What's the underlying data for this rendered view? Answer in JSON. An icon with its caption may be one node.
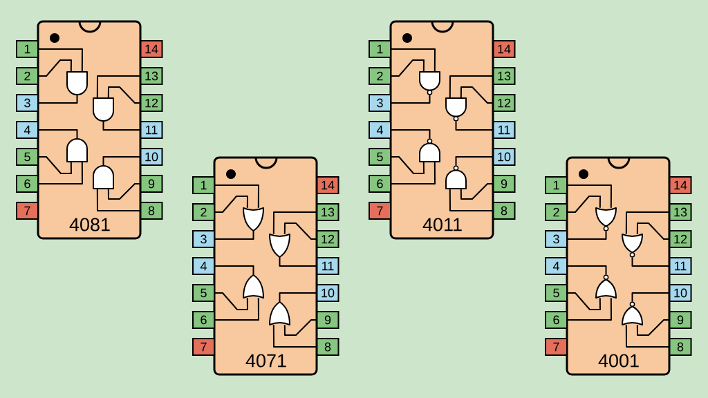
{
  "diagram": {
    "nodes": [
      {
        "text": [
          "4081"
        ]
      },
      {
        "text": [
          "1"
        ]
      },
      {
        "text": [
          "2"
        ]
      },
      {
        "text": [
          "3"
        ]
      },
      {
        "text": [
          "4"
        ]
      },
      {
        "text": [
          "5"
        ]
      },
      {
        "text": [
          "6"
        ]
      },
      {
        "text": [
          "7"
        ]
      },
      {
        "text": [
          "8"
        ]
      },
      {
        "text": [
          "9"
        ]
      },
      {
        "text": [
          "10"
        ]
      },
      {
        "text": [
          "11"
        ]
      },
      {
        "text": [
          "12"
        ]
      },
      {
        "text": [
          "13"
        ]
      },
      {
        "text": [
          "14"
        ]
      },
      {
        "text": [],
        "shape": "and-gate",
        "in": 0
      },
      {
        "text": [],
        "shape": "and-gate",
        "in": 0
      },
      {
        "text": [],
        "shape": "and-gate",
        "in": 0
      },
      {
        "text": [],
        "shape": "and-gate",
        "in": 0
      },
      {
        "text": [
          "4071"
        ]
      },
      {
        "text": [
          "1"
        ]
      },
      {
        "text": [
          "2"
        ]
      },
      {
        "text": [
          "3"
        ]
      },
      {
        "text": [
          "4"
        ]
      },
      {
        "text": [
          "5"
        ]
      },
      {
        "text": [
          "6"
        ]
      },
      {
        "text": [
          "7"
        ]
      },
      {
        "text": [
          "8"
        ]
      },
      {
        "text": [
          "9"
        ]
      },
      {
        "text": [
          "10"
        ]
      },
      {
        "text": [
          "11"
        ]
      },
      {
        "text": [
          "12"
        ]
      },
      {
        "text": [
          "13"
        ]
      },
      {
        "text": [
          "14"
        ]
      },
      {
        "text": [],
        "shape": "or-gate",
        "in": 19
      },
      {
        "text": [],
        "shape": "or-gate",
        "in": 19
      },
      {
        "text": [],
        "shape": "or-gate",
        "in": 19
      },
      {
        "text": [],
        "shape": "or-gate",
        "in": 19
      },
      {
        "text": [
          "4011"
        ]
      },
      {
        "text": [
          "1"
        ]
      },
      {
        "text": [
          "2"
        ]
      },
      {
        "text": [
          "3"
        ]
      },
      {
        "text": [
          "4"
        ]
      },
      {
        "text": [
          "5"
        ]
      },
      {
        "text": [
          "6"
        ]
      },
      {
        "text": [
          "7"
        ]
      },
      {
        "text": [
          "8"
        ]
      },
      {
        "text": [
          "9"
        ]
      },
      {
        "text": [
          "10"
        ]
      },
      {
        "text": [
          "11"
        ]
      },
      {
        "text": [
          "12"
        ]
      },
      {
        "text": [
          "13"
        ]
      },
      {
        "text": [
          "14"
        ]
      },
      {
        "text": [],
        "shape": "nand-gate",
        "in": 38
      },
      {
        "text": [],
        "shape": "nand-gate",
        "in": 38
      },
      {
        "text": [],
        "shape": "nand-gate",
        "in": 38
      },
      {
        "text": [],
        "shape": "nand-gate",
        "in": 38
      },
      {
        "text": [
          "4001"
        ]
      },
      {
        "text": [
          "1"
        ]
      },
      {
        "text": [
          "2"
        ]
      },
      {
        "text": [
          "3"
        ]
      },
      {
        "text": [
          "4"
        ]
      },
      {
        "text": [
          "5"
        ]
      },
      {
        "text": [
          "6"
        ]
      },
      {
        "text": [
          "7"
        ]
      },
      {
        "text": [
          "8"
        ]
      },
      {
        "text": [
          "9"
        ]
      },
      {
        "text": [
          "10"
        ]
      },
      {
        "text": [
          "11"
        ]
      },
      {
        "text": [
          "12"
        ]
      },
      {
        "text": [
          "13"
        ]
      },
      {
        "text": [
          "14"
        ]
      },
      {
        "text": [],
        "shape": "nor-gate",
        "in": 57
      },
      {
        "text": [],
        "shape": "nor-gate",
        "in": 57
      },
      {
        "text": [],
        "shape": "nor-gate",
        "in": 57
      },
      {
        "text": [],
        "shape": "nor-gate",
        "in": 57
      }
    ],
    "edges": [
      {
        "from": 1,
        "to": 15,
        "arrow": "none"
      },
      {
        "from": 2,
        "to": 15,
        "arrow": "none"
      },
      {
        "from": 15,
        "to": 3,
        "arrow": "none"
      },
      {
        "from": 13,
        "to": 16,
        "arrow": "none"
      },
      {
        "from": 12,
        "to": 16,
        "arrow": "none"
      },
      {
        "from": 16,
        "to": 11,
        "arrow": "none"
      },
      {
        "from": 5,
        "to": 17,
        "arrow": "none"
      },
      {
        "from": 6,
        "to": 17,
        "arrow": "none"
      },
      {
        "from": 17,
        "to": 4,
        "arrow": "none"
      },
      {
        "from": 9,
        "to": 18,
        "arrow": "none"
      },
      {
        "from": 8,
        "to": 18,
        "arrow": "none"
      },
      {
        "from": 18,
        "to": 10,
        "arrow": "none"
      },
      {
        "from": 20,
        "to": 34,
        "arrow": "none"
      },
      {
        "from": 21,
        "to": 34,
        "arrow": "none"
      },
      {
        "from": 34,
        "to": 22,
        "arrow": "none"
      },
      {
        "from": 32,
        "to": 35,
        "arrow": "none"
      },
      {
        "from": 31,
        "to": 35,
        "arrow": "none"
      },
      {
        "from": 35,
        "to": 30,
        "arrow": "none"
      },
      {
        "from": 24,
        "to": 36,
        "arrow": "none"
      },
      {
        "from": 25,
        "to": 36,
        "arrow": "none"
      },
      {
        "from": 36,
        "to": 23,
        "arrow": "none"
      },
      {
        "from": 28,
        "to": 37,
        "arrow": "none"
      },
      {
        "from": 27,
        "to": 37,
        "arrow": "none"
      },
      {
        "from": 37,
        "to": 29,
        "arrow": "none"
      },
      {
        "from": 39,
        "to": 53,
        "arrow": "none"
      },
      {
        "from": 40,
        "to": 53,
        "arrow": "none"
      },
      {
        "from": 53,
        "to": 41,
        "arrow": "none"
      },
      {
        "from": 51,
        "to": 54,
        "arrow": "none"
      },
      {
        "from": 50,
        "to": 54,
        "arrow": "none"
      },
      {
        "from": 54,
        "to": 49,
        "arrow": "none"
      },
      {
        "from": 43,
        "to": 55,
        "arrow": "none"
      },
      {
        "from": 44,
        "to": 55,
        "arrow": "none"
      },
      {
        "from": 55,
        "to": 42,
        "arrow": "none"
      },
      {
        "from": 47,
        "to": 56,
        "arrow": "none"
      },
      {
        "from": 46,
        "to": 56,
        "arrow": "none"
      },
      {
        "from": 56,
        "to": 48,
        "arrow": "none"
      },
      {
        "from": 58,
        "to": 72,
        "arrow": "none"
      },
      {
        "from": 59,
        "to": 72,
        "arrow": "none"
      },
      {
        "from": 72,
        "to": 60,
        "arrow": "none"
      },
      {
        "from": 70,
        "to": 73,
        "arrow": "none"
      },
      {
        "from": 69,
        "to": 73,
        "arrow": "none"
      },
      {
        "from": 73,
        "to": 68,
        "arrow": "none"
      },
      {
        "from": 62,
        "to": 74,
        "arrow": "none"
      },
      {
        "from": 63,
        "to": 74,
        "arrow": "none"
      },
      {
        "from": 74,
        "to": 61,
        "arrow": "none"
      },
      {
        "from": 66,
        "to": 75,
        "arrow": "none"
      },
      {
        "from": 65,
        "to": 75,
        "arrow": "none"
      },
      {
        "from": 75,
        "to": 67,
        "arrow": "none"
      }
    ]
  }
}
